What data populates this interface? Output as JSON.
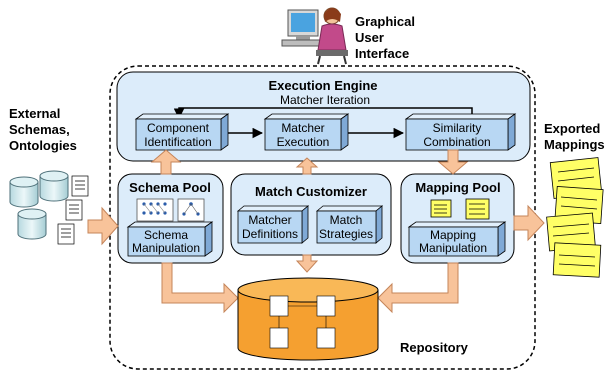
{
  "gui": {
    "line1": "Graphical",
    "line2": "User",
    "line3": "Interface"
  },
  "external": {
    "line1": "External",
    "line2": "Schemas,",
    "line3": "Ontologies"
  },
  "exported": {
    "line1": "Exported",
    "line2": "Mappings"
  },
  "engine": {
    "title": "Execution Engine",
    "subtitle": "Matcher Iteration"
  },
  "engine_steps": [
    {
      "line1": "Component",
      "line2": "Identification"
    },
    {
      "line1": "Matcher",
      "line2": "Execution"
    },
    {
      "line1": "Similarity",
      "line2": "Combination"
    }
  ],
  "schema_pool": {
    "title": "Schema Pool",
    "box_line1": "Schema",
    "box_line2": "Manipulation"
  },
  "match_customizer": {
    "title": "Match Customizer",
    "box1_line1": "Matcher",
    "box1_line2": "Definitions",
    "box2_line1": "Match",
    "box2_line2": "Strategies"
  },
  "mapping_pool": {
    "title": "Mapping Pool",
    "box_line1": "Mapping",
    "box_line2": "Manipulation"
  },
  "repository": {
    "label": "Repository"
  },
  "colors": {
    "panel_fill": "#dcecfa",
    "box_fill": "#b8d7f3",
    "box_top": "#e2f0fc",
    "box_side": "#7fa9d6",
    "arrow_fill": "#f8c39a",
    "arrow_stroke": "#c5855a",
    "repo_fill": "#f5a030",
    "repo_top": "#f9b857",
    "note_fill": "#ffff66"
  }
}
